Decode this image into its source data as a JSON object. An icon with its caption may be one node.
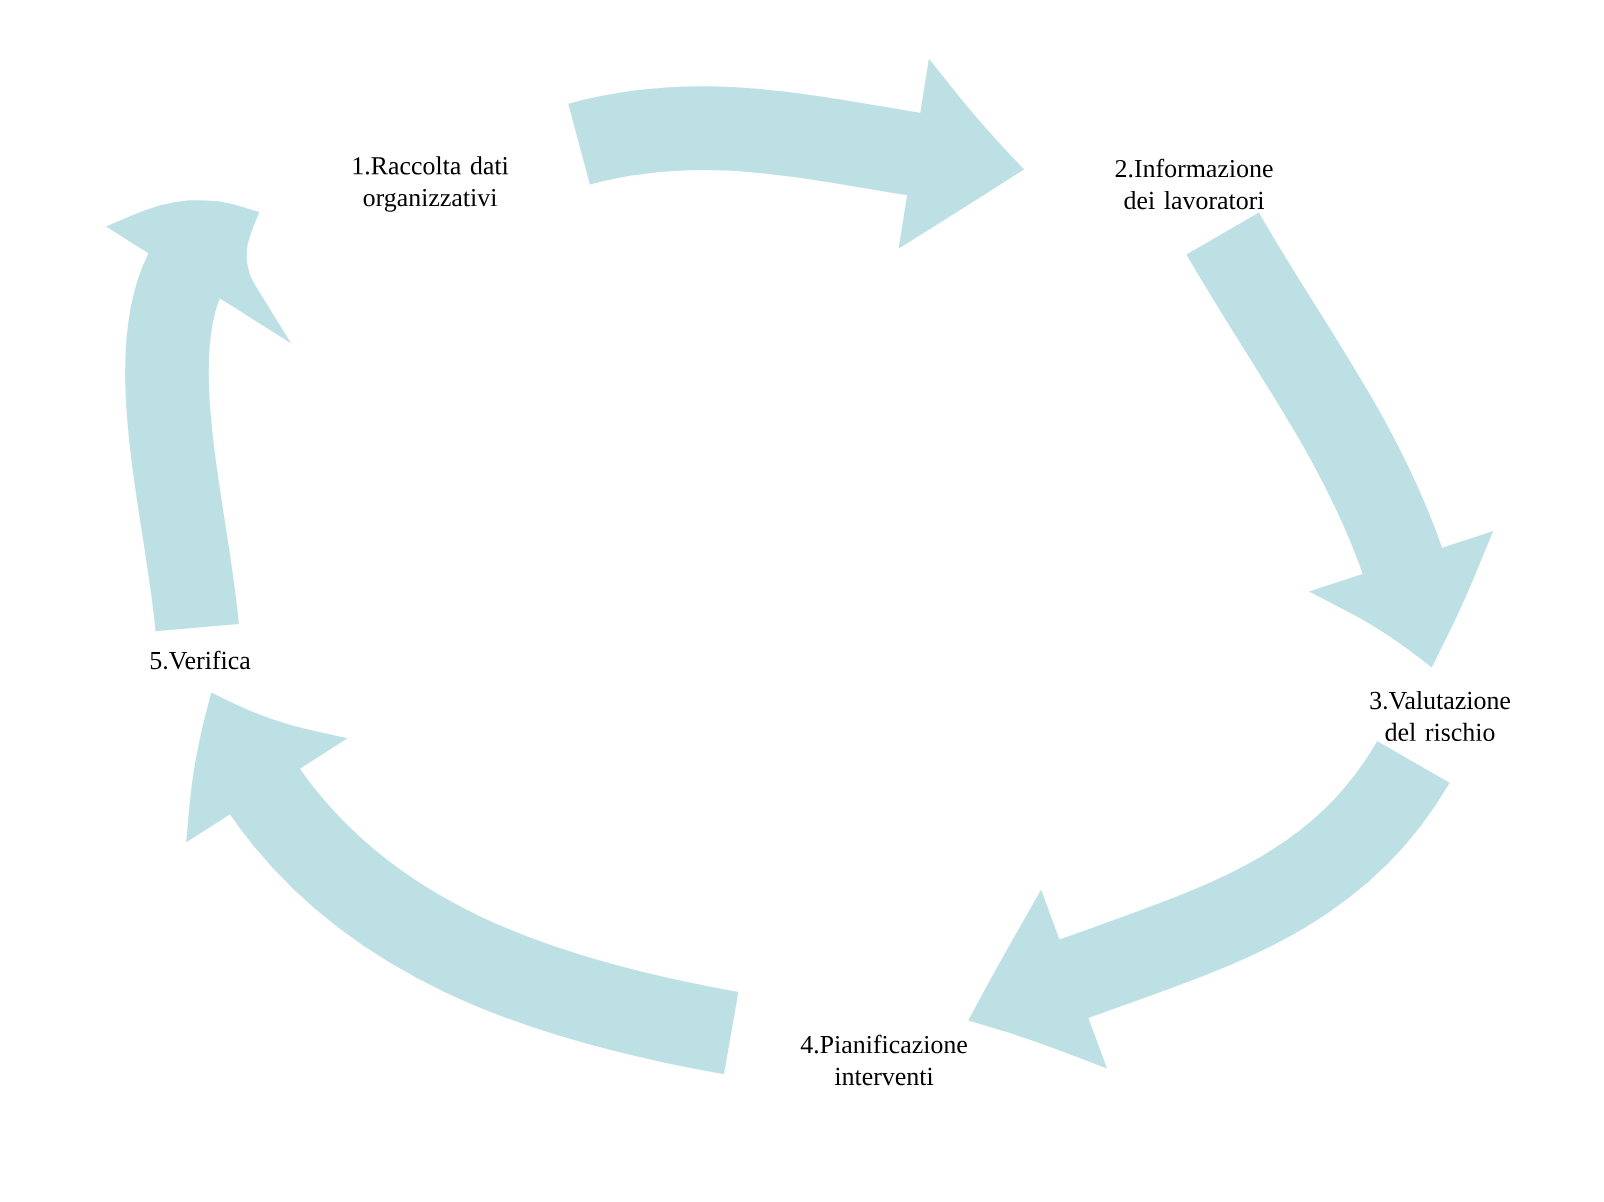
{
  "diagram": {
    "nodes": [
      {
        "text": [
          "1.Raccolta dati organizzativi"
        ]
      },
      {
        "text": [
          "2.Informazione dei lavoratori"
        ]
      },
      {
        "text": [
          "3.Valutazione del rischio"
        ]
      },
      {
        "text": [
          "4.Pianificazione interventi"
        ]
      },
      {
        "text": [
          "5.Verifica"
        ]
      }
    ],
    "edges": [
      {
        "from": 0,
        "to": 1,
        "arrow": "to"
      },
      {
        "from": 1,
        "to": 2,
        "arrow": "to"
      },
      {
        "from": 2,
        "to": 3,
        "arrow": "to"
      },
      {
        "from": 3,
        "to": 4,
        "arrow": "to"
      },
      {
        "from": 4,
        "to": 0,
        "arrow": "to"
      }
    ]
  }
}
